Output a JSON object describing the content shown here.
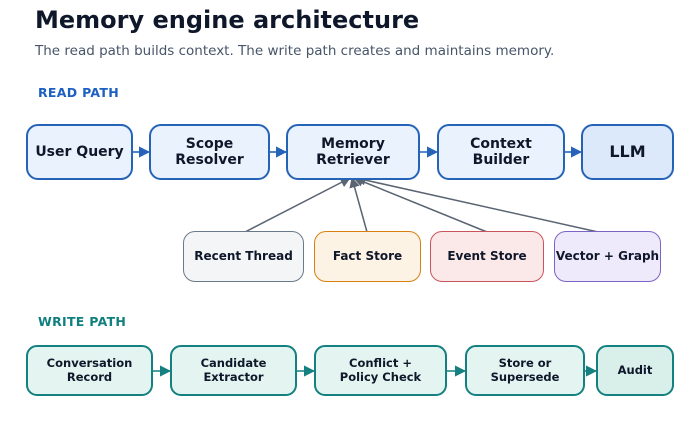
{
  "title": "Memory engine architecture",
  "subtitle": "The read path builds context. The write path creates and maintains memory.",
  "read_path": {
    "label": "READ PATH",
    "nodes": [
      "User Query",
      "Scope\nResolver",
      "Memory\nRetriever",
      "Context\nBuilder",
      "LLM"
    ]
  },
  "sources": [
    "Recent Thread",
    "Fact Store",
    "Event Store",
    "Vector + Graph"
  ],
  "write_path": {
    "label": "WRITE PATH",
    "nodes": [
      "Conversation\nRecord",
      "Candidate\nExtractor",
      "Conflict +\nPolicy Check",
      "Store or\nSupersede",
      "Audit"
    ]
  },
  "colors": {
    "read_border": "#2563b8",
    "read_fill": "#eaf2fd",
    "write_border": "#148080",
    "write_fill": "#e4f4f1",
    "arrow_read": "#2563b8",
    "arrow_source": "#5a6472",
    "arrow_write": "#148080"
  }
}
